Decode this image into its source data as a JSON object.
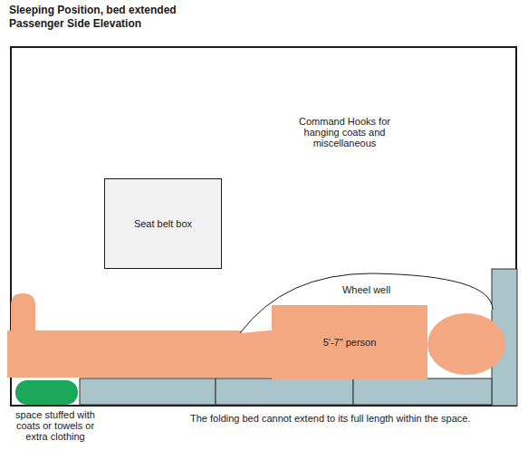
{
  "diagram": {
    "title": "Sleeping Position, bed extended",
    "nodes": [
      {
        "text": [
          "Seat belt box"
        ]
      },
      {
        "text": [
          "Wheel well"
        ]
      },
      {
        "text": [
          "5'-7\" person"
        ]
      }
    ],
    "labels": [
      "Passenger Side Elevation",
      "Command Hooks for hanging coats and miscellaneous",
      "space stuffed with coats or towels or extra clothing",
      "The folding bed cannot extend to its full length within the space."
    ]
  }
}
